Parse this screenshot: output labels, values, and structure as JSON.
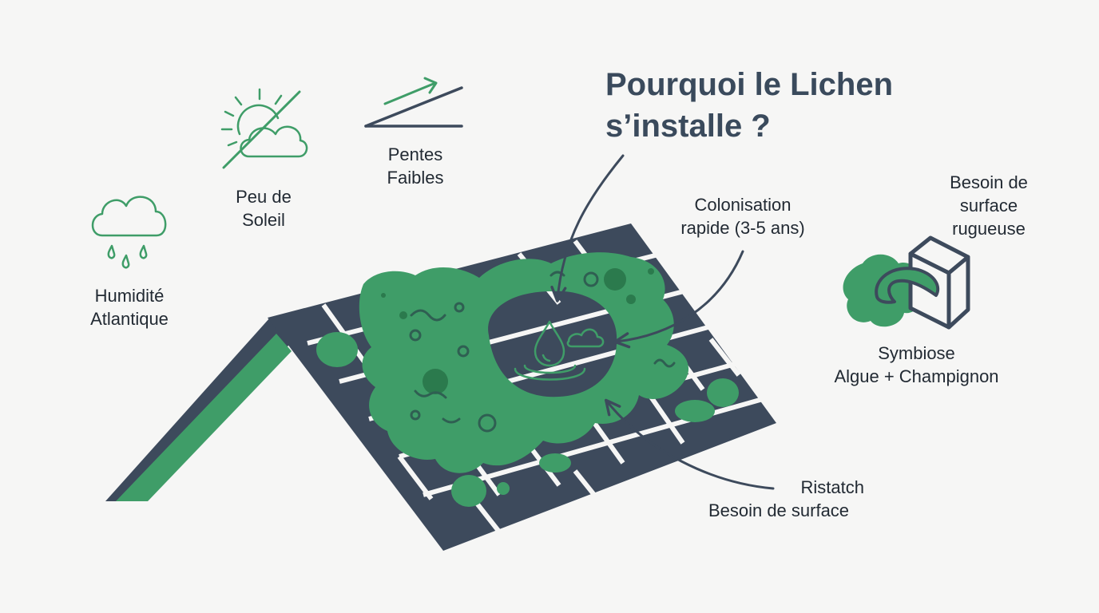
{
  "title": {
    "line1": "Pourquoi le Lichen",
    "line2": "s’installe ?"
  },
  "factors": {
    "humidite": {
      "line1": "Humidité",
      "line2": "Atlantique",
      "icon": "rain-cloud-icon"
    },
    "soleil": {
      "line1": "Peu de",
      "line2": "Soleil",
      "icon": "crossed-sun-cloud-icon"
    },
    "pentes": {
      "line1": "Pentes",
      "line2": "Faibles",
      "icon": "slope-arrow-icon"
    },
    "colonisation": {
      "line1": "Colonisation",
      "line2": "rapide (3-5 ans)"
    },
    "besoin": {
      "line1": "Besoin de",
      "line2": "surface",
      "line3": "rugueuse"
    },
    "symbiose": {
      "line1": "Symbiose",
      "line2": "Algue + Champignon",
      "icon": "lichen-grip-icon"
    },
    "ristatch": {
      "line1": "Ristatch",
      "line2": "Besoin de surface"
    }
  },
  "colors": {
    "green": "#3f9d68",
    "dark": "#3d4a5c",
    "text": "#222a33",
    "background": "#f6f6f5"
  }
}
